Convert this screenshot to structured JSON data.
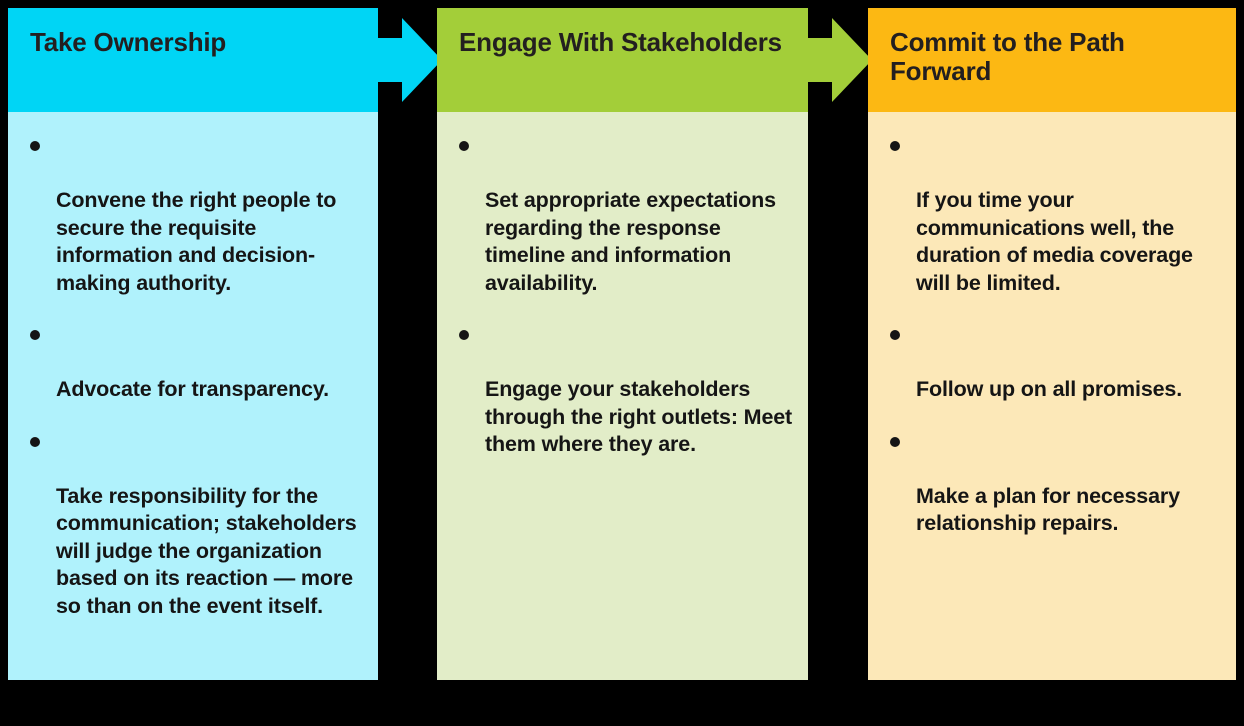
{
  "diagram": {
    "title_semantic": "three-step-crisis-communication-process",
    "background_color": "#000000",
    "columns": [
      {
        "id": "take-ownership",
        "title": "Take Ownership",
        "header_color": "#00D5F5",
        "body_color": "#B0F2FC",
        "bullets": [
          "Convene the right people to secure the requisite information and decision-making authority.",
          "Advocate for transparency.",
          "Take responsibility for the communication; stakeholders will judge the organization based on its reaction — more so than on the event itself."
        ]
      },
      {
        "id": "engage-with-stakeholders",
        "title": "Engage With Stakeholders",
        "header_color": "#A3CE39",
        "body_color": "#E2EDC8",
        "bullets": [
          "Set appropriate expectations regarding the response timeline and information availability.",
          "Engage your stakeholders through the right outlets: Meet them where they are."
        ]
      },
      {
        "id": "commit-to-the-path-forward",
        "title": "Commit to the Path Forward",
        "header_color": "#FCB813",
        "body_color": "#FCE8B8",
        "bullets": [
          "If you time your communications well, the duration of media coverage will be limited.",
          "Follow up on all promises.",
          "Make a plan for necessary relationship repairs."
        ]
      }
    ],
    "connectors": [
      {
        "id": "arrow-take-ownership-to-engage",
        "icon": "right-arrow-icon",
        "color": "#00D5F5"
      },
      {
        "id": "arrow-engage-to-commit",
        "icon": "right-arrow-icon",
        "color": "#A3CE39"
      }
    ]
  }
}
